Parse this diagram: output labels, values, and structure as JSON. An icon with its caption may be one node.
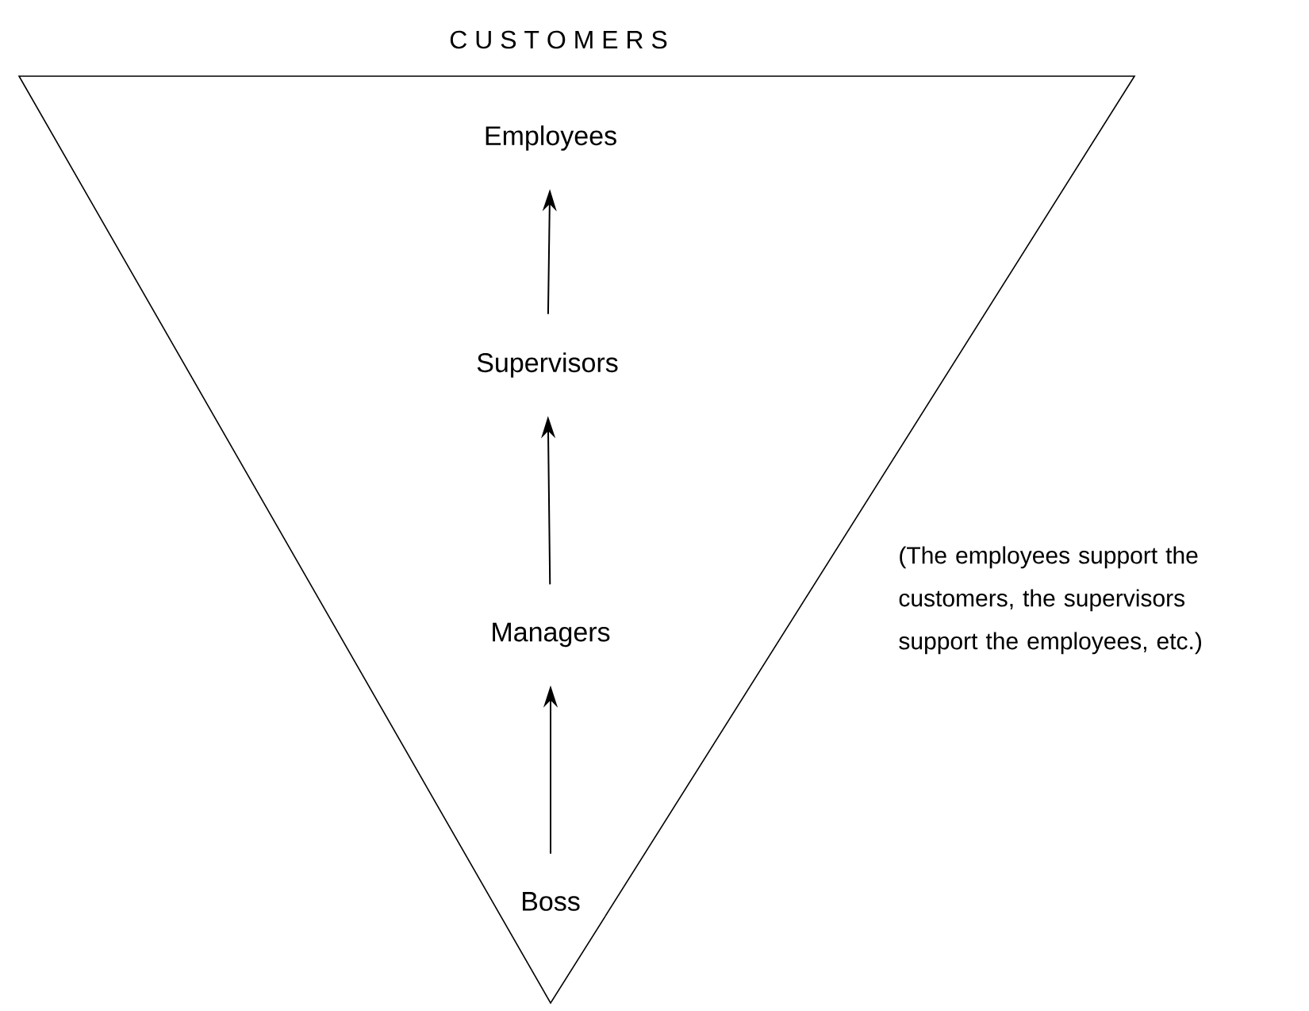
{
  "diagram": {
    "nodes": [
      {
        "text": [
          "C U S T O M E R S"
        ]
      },
      {
        "text": [
          "Employees"
        ],
        "in": 0
      },
      {
        "text": [
          "Supervisors"
        ],
        "in": 0
      },
      {
        "text": [
          "Managers"
        ],
        "in": 0
      },
      {
        "text": [
          "Boss"
        ],
        "in": 0
      }
    ],
    "edges": [
      {
        "from": 4,
        "to": 3,
        "arrow": "to"
      },
      {
        "from": 3,
        "to": 2,
        "arrow": "to"
      },
      {
        "from": 2,
        "to": 1,
        "arrow": "to"
      }
    ],
    "labels": [
      "(The employees support the customers, the supervisors support the employees, etc.)"
    ]
  }
}
